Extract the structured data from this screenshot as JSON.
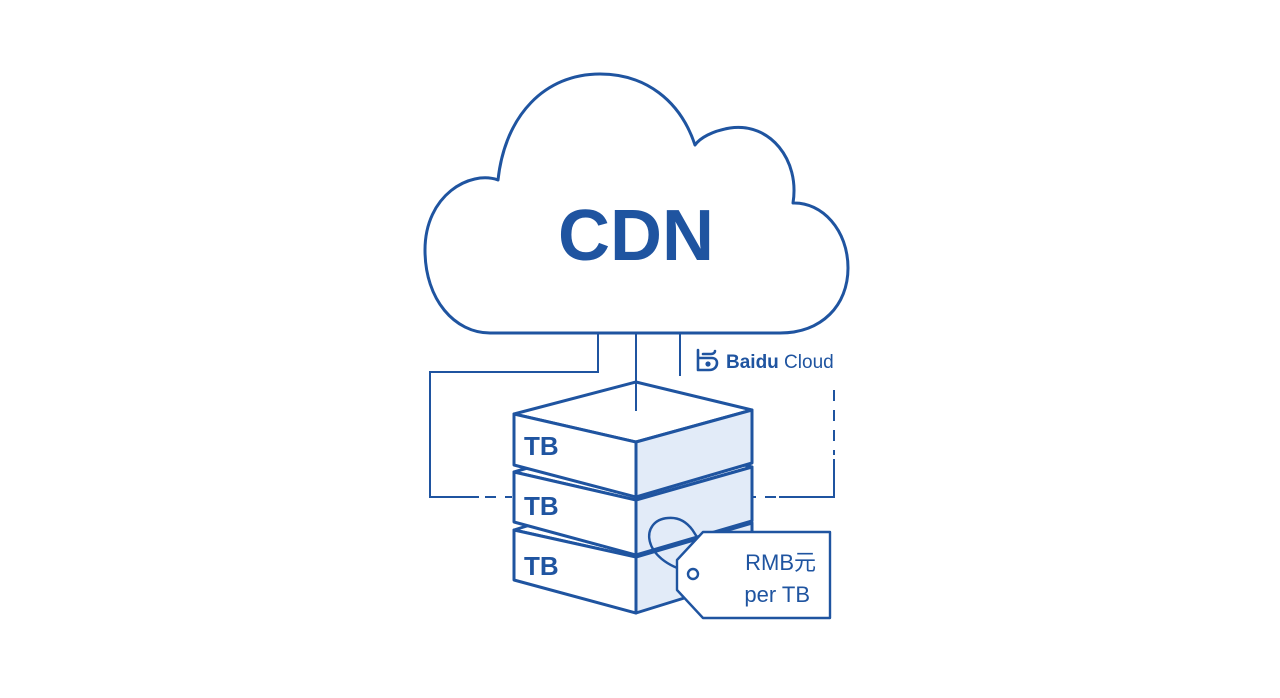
{
  "cloud": {
    "label": "CDN"
  },
  "brand": {
    "name_bold": "Baidu",
    "name_regular": " Cloud",
    "icon": "baidu-cloud-logo-icon"
  },
  "servers": [
    {
      "label": "TB"
    },
    {
      "label": "TB"
    },
    {
      "label": "TB"
    }
  ],
  "price_tag": {
    "line1": "RMB元",
    "line2": "per TB"
  },
  "colors": {
    "primary": "#1f54a0",
    "face_fill": "#e2ebf8",
    "background": "#ffffff"
  }
}
